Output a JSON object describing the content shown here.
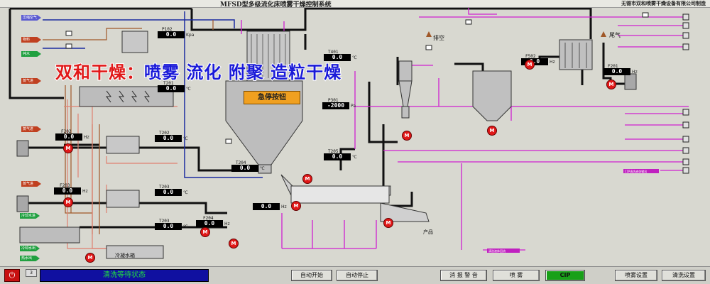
{
  "window": {
    "title": "MFSD型多级流化床喷雾干燥控制系统",
    "company": "无锡市双和喷雾干燥设备有限公司制造"
  },
  "banner": {
    "part1": "双和干燥：",
    "part2": "喷雾",
    "part3": "流化",
    "part4": "附聚",
    "part5": "造粒干燥"
  },
  "emergency_stop": "急停按钮",
  "inlet_labels": [
    {
      "text": "压缩空气",
      "color": "#5a5ad0"
    },
    {
      "text": "物料",
      "color": "#c04020"
    },
    {
      "text": "纯水",
      "color": "#20a040"
    },
    {
      "text": "蒸气进",
      "color": "#c04020"
    },
    {
      "text": "蒸气进",
      "color": "#c04020"
    },
    {
      "text": "蒸气进",
      "color": "#c04020"
    },
    {
      "text": "冷却水进",
      "color": "#20a040"
    },
    {
      "text": "冷却水出",
      "color": "#20a040"
    },
    {
      "text": "热水出",
      "color": "#20a040"
    }
  ],
  "readouts": [
    {
      "tag": "P102",
      "value": "0.0",
      "unit": "Kpa"
    },
    {
      "tag": "T201",
      "value": "0.0",
      "unit": "℃"
    },
    {
      "tag": "F202",
      "value": "0.0",
      "unit": "Hz"
    },
    {
      "tag": "T202",
      "value": "0.0",
      "unit": "℃"
    },
    {
      "tag": "F203",
      "value": "0.0",
      "unit": "Hz"
    },
    {
      "tag": "T203",
      "value": "0.0",
      "unit": "℃"
    },
    {
      "tag": "T203",
      "value": "0.0",
      "unit": "℃"
    },
    {
      "tag": "F204",
      "value": "0.0",
      "unit": "Hz"
    },
    {
      "tag": "T401",
      "value": "0.0",
      "unit": "℃"
    },
    {
      "tag": "P301",
      "value": "-2000",
      "unit": "Pa"
    },
    {
      "tag": "T204",
      "value": "0.0",
      "unit": "℃"
    },
    {
      "tag": "T205",
      "value": "0.0",
      "unit": "℃"
    },
    {
      "tag": "",
      "value": "0.0",
      "unit": "Hz"
    },
    {
      "tag": "F502",
      "value": "0.0",
      "unit": "Hz"
    },
    {
      "tag": "F201",
      "value": "0.0",
      "unit": "Hz"
    }
  ],
  "labels": {
    "exhaust_air": "排空",
    "tail_gas": "尾气",
    "cooling_tank": "冷凝水箱",
    "product": "产品",
    "cip_label": "CIP清洗液体输出",
    "cip_return": "清洗液体回流"
  },
  "motors": [
    "M",
    "M",
    "M",
    "M",
    "M",
    "M",
    "M",
    "M",
    "M",
    "M",
    "M",
    "M"
  ],
  "status_bar": {
    "page": "3",
    "state": "清洗等待状态"
  },
  "buttons": {
    "auto_start": "自动开始",
    "auto_stop": "自动停止",
    "alarm": "消 报 警 音",
    "spray": "喷 雾",
    "cip": "CIP",
    "spray_settings": "喷雾设置",
    "clean_settings": "清洗设置"
  },
  "colors": {
    "panel_bg": "#d8d8d0",
    "motor_red": "#e01818",
    "status_bg": "#1010a0",
    "status_text": "#20e040",
    "cip_green": "#18a018",
    "estop_orange": "#f0a020"
  }
}
